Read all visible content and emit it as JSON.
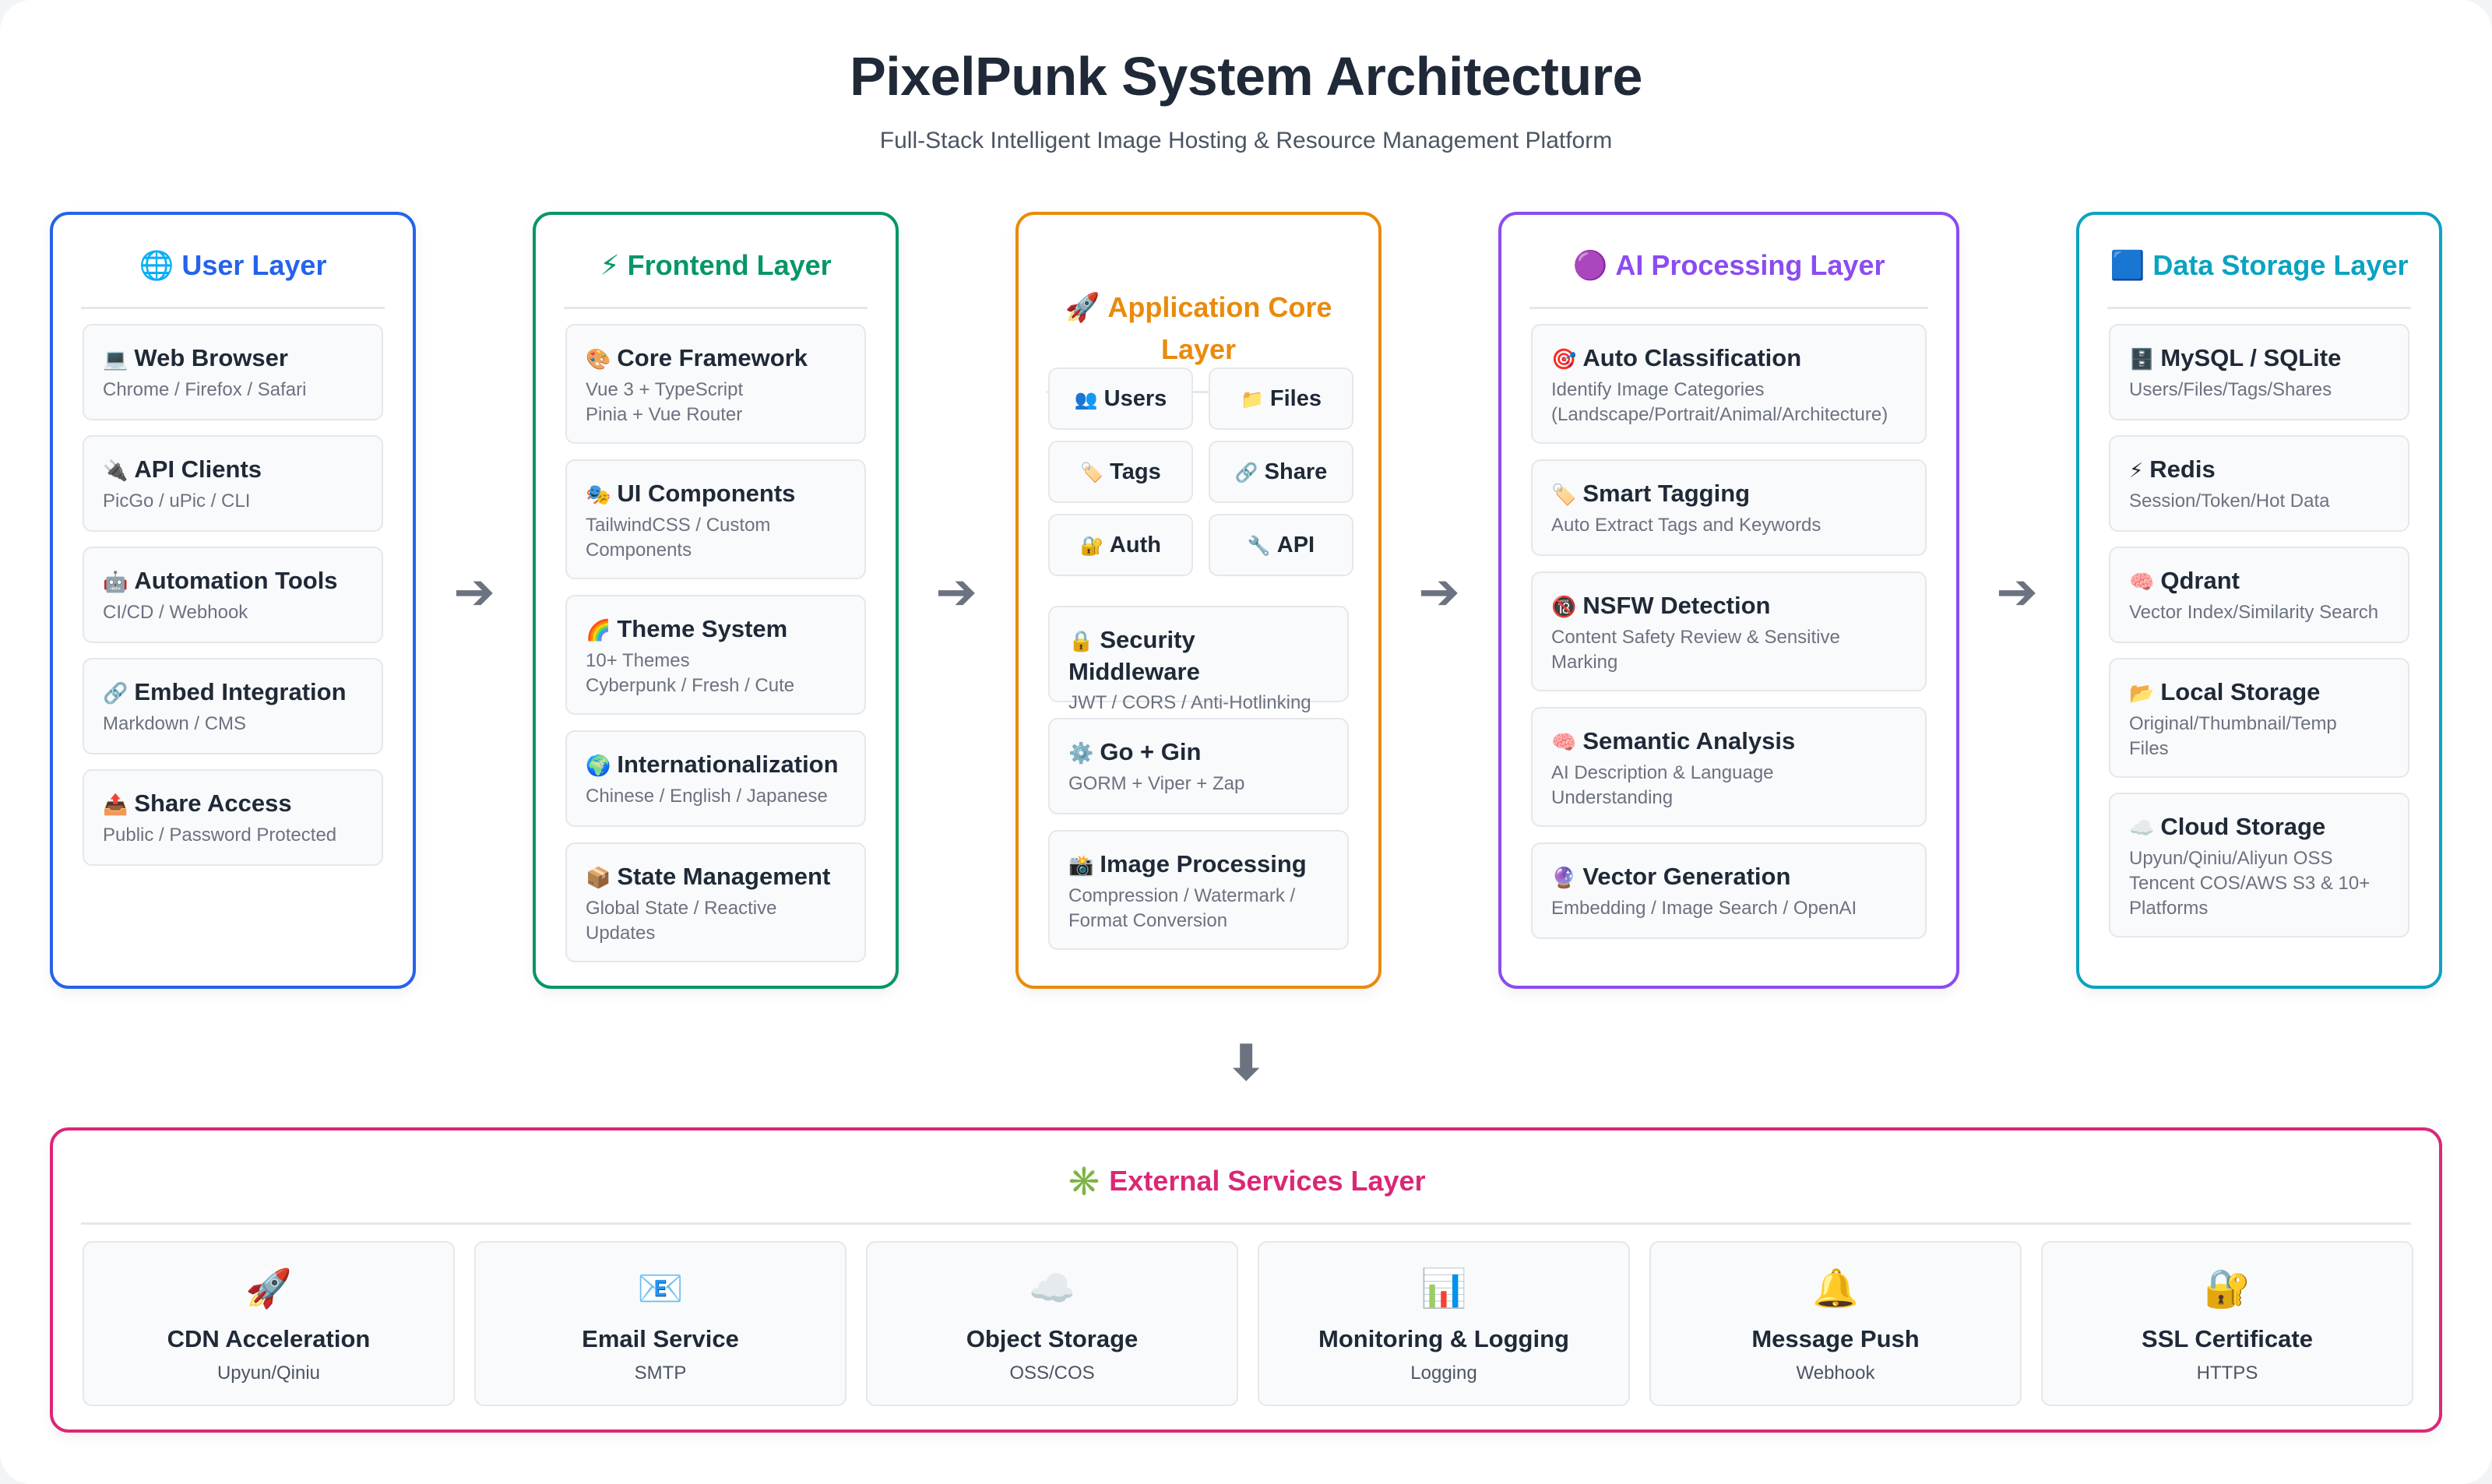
{
  "title": "PixelPunk System Architecture",
  "subtitle": "Full-Stack Intelligent Image Hosting & Resource Management Platform",
  "colors": {
    "user": "#2563eb",
    "frontend": "#059669",
    "core": "#ea8a0c",
    "ai": "#8b4cf0",
    "storage": "#0aa3c2",
    "external": "#db2777"
  },
  "layers": {
    "user": {
      "icon": "🌐",
      "icon_name": "globe-icon",
      "title": "User Layer",
      "cards": [
        {
          "icon": "💻",
          "title": "Web Browser",
          "desc": "Chrome / Firefox / Safari"
        },
        {
          "icon": "🔌",
          "title": "API Clients",
          "desc": "PicGo / uPic / CLI"
        },
        {
          "icon": "🤖",
          "title": "Automation Tools",
          "desc": "CI/CD / Webhook"
        },
        {
          "icon": "🔗",
          "title": "Embed Integration",
          "desc": "Markdown / CMS"
        },
        {
          "icon": "📤",
          "title": "Share Access",
          "desc": "Public / Password Protected"
        }
      ]
    },
    "frontend": {
      "icon": "⚡",
      "icon_name": "lightning-icon",
      "title": "Frontend Layer",
      "cards": [
        {
          "icon": "🎨",
          "title": "Core Framework",
          "desc": "Vue 3 + TypeScript\nPinia + Vue Router"
        },
        {
          "icon": "🎭",
          "title": "UI Components",
          "desc": "TailwindCSS / Custom\nComponents"
        },
        {
          "icon": "🌈",
          "title": "Theme System",
          "desc": "10+ Themes\nCyberpunk / Fresh / Cute"
        },
        {
          "icon": "🌍",
          "title": "Internationalization",
          "desc": "Chinese / English / Japanese"
        },
        {
          "icon": "📦",
          "title": "State Management",
          "desc": "Global State / Reactive\nUpdates"
        }
      ]
    },
    "core": {
      "icon": "🚀",
      "icon_name": "rocket-icon",
      "title": "Application Core\nLayer",
      "modules": [
        {
          "icon": "👥",
          "label": "Users"
        },
        {
          "icon": "📁",
          "label": "Files"
        },
        {
          "icon": "🏷️",
          "label": "Tags"
        },
        {
          "icon": "🔗",
          "label": "Share"
        },
        {
          "icon": "🔐",
          "label": "Auth"
        },
        {
          "icon": "🔧",
          "label": "API"
        }
      ],
      "cards": [
        {
          "icon": "🔒",
          "title": "Security Middleware",
          "desc": "JWT / CORS / Anti-Hotlinking"
        },
        {
          "icon": "⚙️",
          "title": "Go + Gin",
          "desc": "GORM + Viper + Zap"
        },
        {
          "icon": "📸",
          "title": "Image Processing",
          "desc": "Compression / Watermark /\nFormat Conversion"
        }
      ]
    },
    "ai": {
      "icon": "🟣",
      "icon_name": "ai-icon",
      "title": "AI Processing Layer",
      "cards": [
        {
          "icon": "🎯",
          "title": "Auto Classification",
          "desc": "Identify Image Categories\n(Landscape/Portrait/Animal/Architecture)"
        },
        {
          "icon": "🏷️",
          "title": "Smart Tagging",
          "desc": "Auto Extract Tags and Keywords"
        },
        {
          "icon": "🔞",
          "title": "NSFW Detection",
          "desc": "Content Safety Review & Sensitive\nMarking"
        },
        {
          "icon": "🧠",
          "title": "Semantic Analysis",
          "desc": "AI Description & Language\nUnderstanding"
        },
        {
          "icon": "🔮",
          "title": "Vector Generation",
          "desc": "Embedding / Image Search / OpenAI"
        }
      ]
    },
    "storage": {
      "icon": "🟦",
      "icon_name": "storage-icon",
      "title": "Data Storage Layer",
      "cards": [
        {
          "icon": "🗄️",
          "title": "MySQL / SQLite",
          "desc": "Users/Files/Tags/Shares"
        },
        {
          "icon": "⚡",
          "title": "Redis",
          "desc": "Session/Token/Hot Data"
        },
        {
          "icon": "🧠",
          "title": "Qdrant",
          "desc": "Vector Index/Similarity Search"
        },
        {
          "icon": "📂",
          "title": "Local Storage",
          "desc": "Original/Thumbnail/Temp\nFiles"
        },
        {
          "icon": "☁️",
          "title": "Cloud Storage",
          "desc": "Upyun/Qiniu/Aliyun OSS\nTencent COS/AWS S3 & 10+\nPlatforms"
        }
      ]
    }
  },
  "arrow_right": "➔",
  "arrow_down": "⬇",
  "external": {
    "icon": "✳️",
    "title": "External Services Layer",
    "services": [
      {
        "icon": "🚀",
        "icon_name": "rocket-icon",
        "title": "CDN Acceleration",
        "desc": "Upyun/Qiniu"
      },
      {
        "icon": "📧",
        "icon_name": "email-icon",
        "title": "Email Service",
        "desc": "SMTP"
      },
      {
        "icon": "☁️",
        "icon_name": "cloud-icon",
        "title": "Object Storage",
        "desc": "OSS/COS"
      },
      {
        "icon": "📊",
        "icon_name": "chart-icon",
        "title": "Monitoring & Logging",
        "desc": "Logging"
      },
      {
        "icon": "🔔",
        "icon_name": "bell-icon",
        "title": "Message Push",
        "desc": "Webhook"
      },
      {
        "icon": "🔐",
        "icon_name": "lock-icon",
        "title": "SSL Certificate",
        "desc": "HTTPS"
      }
    ]
  }
}
